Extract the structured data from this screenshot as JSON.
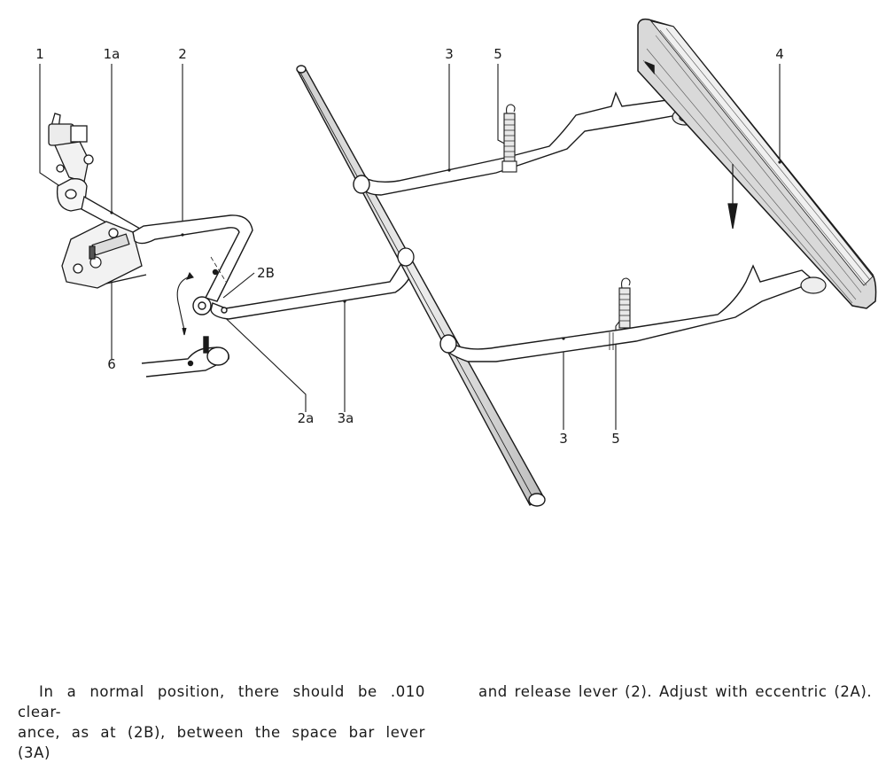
{
  "figure": {
    "title": "Space bar mechanism",
    "callouts": {
      "part_1": "1",
      "part_1a": "1a",
      "part_2": "2",
      "part_2B": "2B",
      "part_2a": "2a",
      "part_3_top": "3",
      "part_3_bottom": "3",
      "part_3a": "3a",
      "part_4": "4",
      "part_5_top": "5",
      "part_5_bottom": "5",
      "part_6": "6"
    },
    "colors": {
      "ink": "#1a1a1a",
      "paper": "#ffffff",
      "shade": "#d8d8d8"
    }
  },
  "caption": {
    "left_line_1": "In a normal position, there should be .010 clear-",
    "left_line_2": "ance, as at (2B), between the space bar lever (3A)",
    "right_line_1": "and release lever (2). Adjust with eccentric (2A)."
  }
}
